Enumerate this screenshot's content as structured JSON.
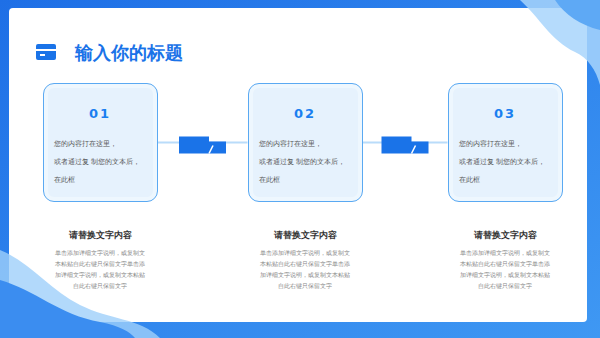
{
  "diagram": {
    "title": "输入你的标题",
    "nodes": [
      {
        "text": [
          "01",
          "您的内容打在这里，或者通过复 制您的文本后，在此框",
          "请替换文字内容",
          "单击添加详细文字说明，或复制文 本粘贴自此右键只保留文字单击添 加详细文字说明，或复制文本粘贴 自此右键只保留文字"
        ]
      },
      {
        "text": [
          "02",
          "您的内容打在这里，或者通过复 制您的文本后，在此框",
          "请替换文字内容",
          "单击添加详细文字说明，或复制文 本粘贴自此右键只保留文字单击添 加详细文字说明，或复制文本粘贴 自此右键只保留文字"
        ]
      },
      {
        "text": [
          "03",
          "您的内容打在这里，或者通过复 制您的文本后，在此框",
          "请替换文字内容",
          "单击添加详细文字说明，或复制文 本粘贴自此右键只保留文字单击添 加详细文字说明，或复制文本粘贴 自此右键只保留文字"
        ]
      }
    ],
    "edges": [
      {
        "from": 0,
        "to": 1,
        "arrow": "none"
      },
      {
        "from": 1,
        "to": 2,
        "arrow": "none"
      }
    ]
  }
}
